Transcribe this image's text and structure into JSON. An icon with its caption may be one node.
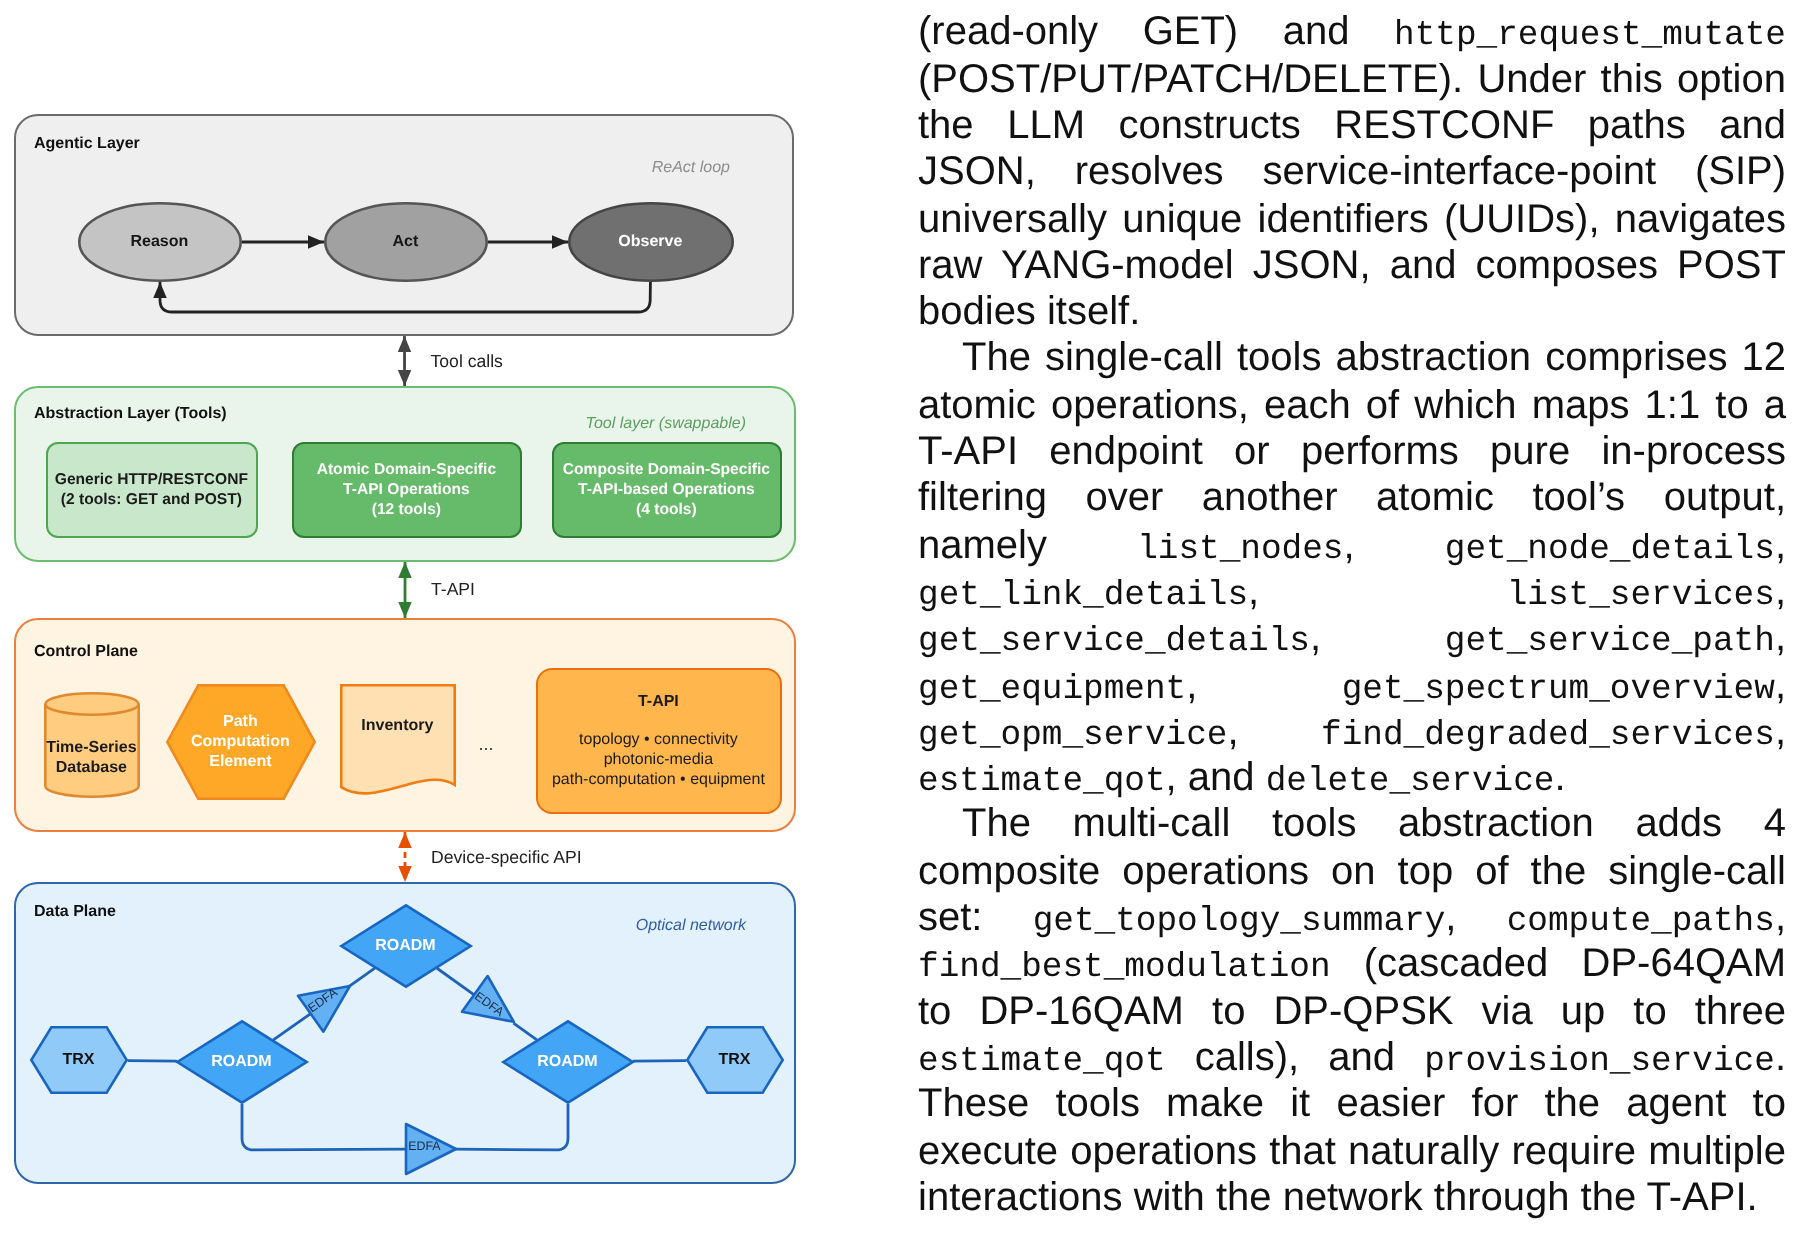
{
  "diagram": {
    "nodes": [
      {
        "text": [
          "Agentic Layer",
          "ReAct loop"
        ]
      },
      {
        "text": [
          "Reason"
        ],
        "in": 0
      },
      {
        "text": [
          "Act"
        ],
        "in": 0
      },
      {
        "text": [
          "Observe"
        ],
        "in": 0
      },
      {
        "text": [
          "Abstraction Layer (Tools)",
          "Tool layer (swappable)"
        ]
      },
      {
        "text": [
          "Generic HTTP/RESTCONF",
          "(2 tools: GET and POST)"
        ],
        "in": 4
      },
      {
        "text": [
          "Atomic Domain-Specific T-API Operations",
          "(12 tools)"
        ],
        "in": 4
      },
      {
        "text": [
          "Composite Domain-Specific T-API-based Operations",
          "(4 tools)"
        ],
        "in": 4
      },
      {
        "text": [
          "Control Plane"
        ]
      },
      {
        "text": [
          "Time-Series Database"
        ],
        "in": 8
      },
      {
        "text": [
          "Path Computation Element"
        ],
        "in": 8
      },
      {
        "text": [
          "Inventory"
        ],
        "in": 8
      },
      {
        "text": [
          "T-API",
          "topology • connectivity photonic-media path-computation • equipment"
        ],
        "in": 8
      },
      {
        "text": [
          "Data Plane",
          "Optical network"
        ]
      },
      {
        "text": [
          "ROADM"
        ],
        "in": 13
      },
      {
        "text": [
          "EDFA"
        ],
        "in": 13
      },
      {
        "text": [
          "EDFA"
        ],
        "in": 13
      },
      {
        "text": [
          "TRX"
        ],
        "in": 13
      },
      {
        "text": [
          "ROADM"
        ],
        "in": 13
      },
      {
        "text": [
          "ROADM"
        ],
        "in": 13
      },
      {
        "text": [
          "TRX"
        ],
        "in": 13
      },
      {
        "text": [
          "EDFA"
        ],
        "in": 13
      }
    ],
    "edges": [
      {
        "from": 1,
        "to": 2,
        "arrow": "to",
        "color": "#222222"
      },
      {
        "from": 2,
        "to": 3,
        "arrow": "to",
        "color": "#222222"
      },
      {
        "from": 3,
        "to": 1,
        "arrow": "to",
        "color": "#222222"
      },
      {
        "from": 0,
        "to": 4,
        "arrow": "both",
        "label": "Tool calls",
        "color": "#444444"
      },
      {
        "from": 4,
        "to": 8,
        "arrow": "both",
        "label": "T-API",
        "color": "#2e7d32"
      },
      {
        "from": 8,
        "to": 13,
        "arrow": "both",
        "label": "Device-specific API",
        "color": "#e65100",
        "style": "dashed"
      },
      {
        "from": 17,
        "to": 18,
        "arrow": "none"
      },
      {
        "from": 18,
        "to": 15,
        "arrow": "none"
      },
      {
        "from": 15,
        "to": 14,
        "arrow": "none"
      },
      {
        "from": 14,
        "to": 16,
        "arrow": "none"
      },
      {
        "from": 16,
        "to": 19,
        "arrow": "none"
      },
      {
        "from": 18,
        "to": 21,
        "arrow": "none"
      },
      {
        "from": 21,
        "to": 19,
        "arrow": "none"
      },
      {
        "from": 19,
        "to": 20,
        "arrow": "none"
      }
    ],
    "labels": [
      "...",
      "(read-only GET) and http_request_mutate (POST/PUT/PATCH/DELETE). Under this option the LLM constructs RESTCONF paths and JSON, resolves service-interface-point (SIP) universally unique identifiers (UUIDs), navigates raw YANG-model JSON, and composes POST bodies itself.",
      "The single-call tools abstraction comprises 12 atomic operations, each of which maps 1:1 to a T-API endpoint or performs pure in-process filtering over another atomic tool’s output, namely list_nodes, get_node_details, get_link_details, list_services, get_service_details, get_service_path, get_equipment, get_spectrum_overview, get_opm_service, find_degraded_services, estimate_qot, and delete_service.",
      "The multi-call tools abstraction adds 4 composite operations on top of the single-call set: get_topology_summary, compute_paths, find_best_modulation (cascaded DP-64QAM to DP-16QAM to DP-QPSK via up to three estimate_qot calls), and provision_service. These tools make it easier for the agent to execute operations that naturally require multiple interactions with the network through the T-API."
    ]
  }
}
